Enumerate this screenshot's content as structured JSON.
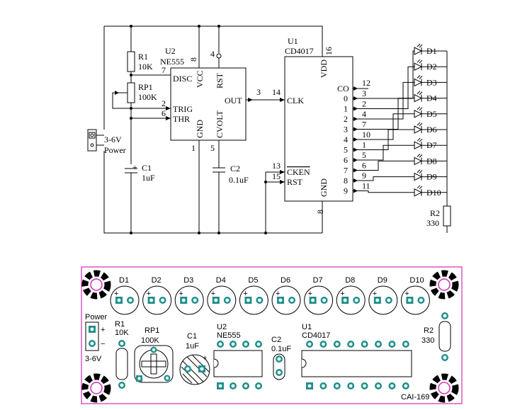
{
  "schematic": {
    "power": {
      "label": "3-6V",
      "sub": "Power"
    },
    "r1": {
      "ref": "R1",
      "value": "10K"
    },
    "rp1": {
      "ref": "RP1",
      "value": "100K"
    },
    "c1": {
      "ref": "C1",
      "value": "1uF"
    },
    "c2": {
      "ref": "C2",
      "value": "0.1uF"
    },
    "r2": {
      "ref": "R2",
      "value": "330"
    },
    "u2": {
      "ref": "U2",
      "part": "NE555",
      "pins": {
        "disc": "DISC",
        "vcc": "VCC",
        "rst": "RST",
        "out": "OUT",
        "trig": "TRIG",
        "thr": "THR",
        "gnd": "GND",
        "cvolt": "CVOLT"
      },
      "nums": {
        "disc": "7",
        "vcc": "8",
        "rst": "4",
        "out": "3",
        "trig": "2",
        "thr": "6",
        "gnd": "1",
        "cvolt": "5"
      }
    },
    "u1": {
      "ref": "U1",
      "part": "CD4017",
      "pins": {
        "vdd": "VDD",
        "co": "CO",
        "clk": "CLK",
        "cken": "CKEN",
        "rst": "RST",
        "gnd": "GND"
      },
      "nums": {
        "vdd": "16",
        "clk": "14",
        "cken": "13",
        "rst": "15",
        "gnd": "8",
        "co": "12"
      },
      "outputs": [
        {
          "label": "0",
          "pin": "3"
        },
        {
          "label": "1",
          "pin": "2"
        },
        {
          "label": "2",
          "pin": "4"
        },
        {
          "label": "3",
          "pin": "7"
        },
        {
          "label": "4",
          "pin": "10"
        },
        {
          "label": "5",
          "pin": "1"
        },
        {
          "label": "6",
          "pin": "5"
        },
        {
          "label": "7",
          "pin": "6"
        },
        {
          "label": "8",
          "pin": "9"
        },
        {
          "label": "9",
          "pin": "11"
        }
      ]
    },
    "leds": [
      "D1",
      "D2",
      "D3",
      "D4",
      "D5",
      "D6",
      "D7",
      "D8",
      "D9",
      "D10"
    ]
  },
  "pcb": {
    "leds": [
      "D1",
      "D2",
      "D3",
      "D4",
      "D5",
      "D6",
      "D7",
      "D8",
      "D9",
      "D10"
    ],
    "power_label": "Power",
    "plus": "+",
    "minus": "−",
    "voltage": "3-6V",
    "r1": {
      "ref": "R1",
      "value": "10K"
    },
    "rp1": {
      "ref": "RP1",
      "value": "100K"
    },
    "c1": {
      "ref": "C1",
      "value": "1uF"
    },
    "c2": {
      "ref": "C2",
      "value": "0.1uF"
    },
    "u2": {
      "ref": "U2",
      "part": "NE555"
    },
    "u1": {
      "ref": "U1",
      "part": "CD4017"
    },
    "r2": {
      "ref": "R2",
      "value": "330"
    },
    "board_id": "CAI-169",
    "colors": {
      "outline": "#d22bb8",
      "pad": "#1f8f8a",
      "pad_hole": "#ffffff"
    }
  }
}
